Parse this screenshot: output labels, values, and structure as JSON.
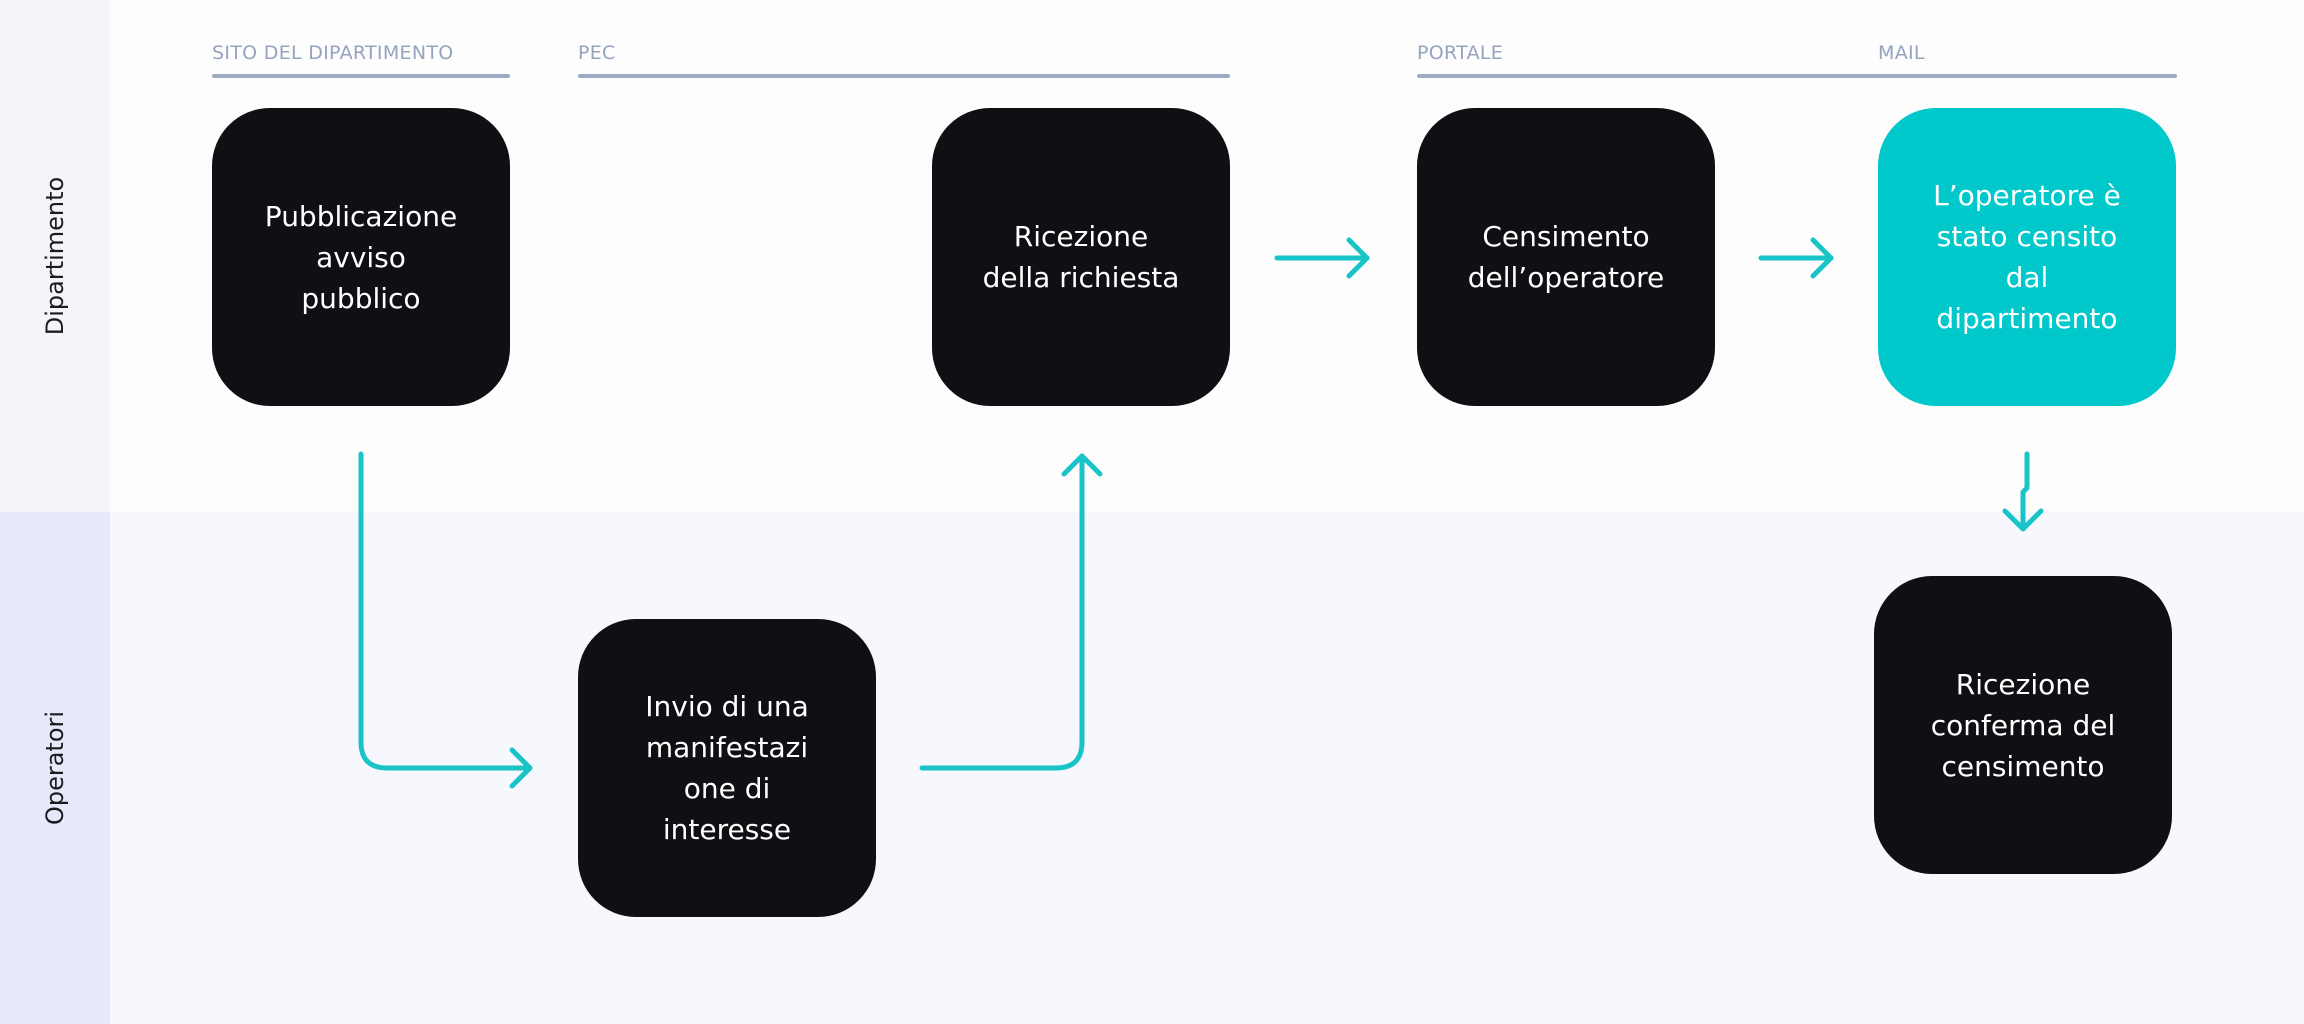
{
  "lanes": [
    {
      "id": "dipartimento",
      "label": "Dipartimento"
    },
    {
      "id": "operatori",
      "label": "Operatori"
    }
  ],
  "channels": [
    {
      "id": "sito",
      "label": "SITO DEL DIPARTIMENTO"
    },
    {
      "id": "pec",
      "label": "PEC"
    },
    {
      "id": "portale",
      "label": "PORTALE"
    },
    {
      "id": "mail",
      "label": "MAIL"
    }
  ],
  "nodes": [
    {
      "id": "pubblicazione",
      "lane": "Dipartimento",
      "label": "Pubblicazione\navviso\npubblico"
    },
    {
      "id": "invio",
      "lane": "Operatori",
      "label": "Invio di una\nmanifestazi\none di\ninteresse"
    },
    {
      "id": "ricezione_richiesta",
      "lane": "Dipartimento",
      "label": "Ricezione\ndella richiesta"
    },
    {
      "id": "censimento",
      "lane": "Dipartimento",
      "label": "Censimento\ndell’operatore"
    },
    {
      "id": "censito",
      "lane": "Dipartimento",
      "label": "L’operatore è\nstato censito\ndal\ndipartimento",
      "highlighted": true
    },
    {
      "id": "conferma",
      "lane": "Operatori",
      "label": "Ricezione\nconferma del\ncensimento"
    }
  ],
  "edges": [
    {
      "from": "pubblicazione",
      "to": "invio"
    },
    {
      "from": "invio",
      "to": "ricezione_richiesta"
    },
    {
      "from": "ricezione_richiesta",
      "to": "censimento"
    },
    {
      "from": "censimento",
      "to": "censito"
    },
    {
      "from": "censito",
      "to": "conferma"
    }
  ],
  "colors": {
    "node": "#0f1014",
    "node_highlight": "#00c8cb",
    "arrow": "#19c4c9",
    "channel_text": "#95a3bd",
    "channel_line": "#9eabc2"
  }
}
